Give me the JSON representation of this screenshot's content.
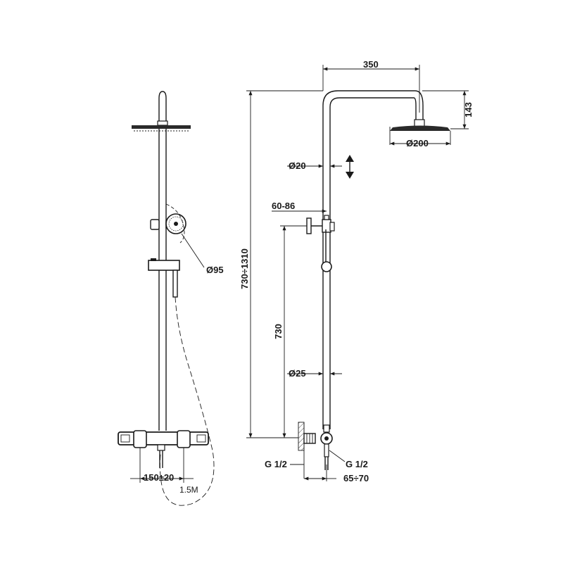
{
  "front_view": {
    "labels": {
      "hand_shower_diameter": "Ø95",
      "inlet_spacing": "150±20",
      "hose_length": "1.5M"
    }
  },
  "side_view": {
    "labels": {
      "arm_length": "350",
      "head_height": "143",
      "head_diameter": "Ø200",
      "upper_pipe_diameter": "Ø20",
      "wall_clearance": "60-86",
      "total_height": "730÷1310",
      "lower_height": "730",
      "lower_pipe_diameter": "Ø25",
      "inlet_left": "G 1/2",
      "inlet_right": "G 1/2",
      "inlet_offset": "65÷70"
    }
  }
}
